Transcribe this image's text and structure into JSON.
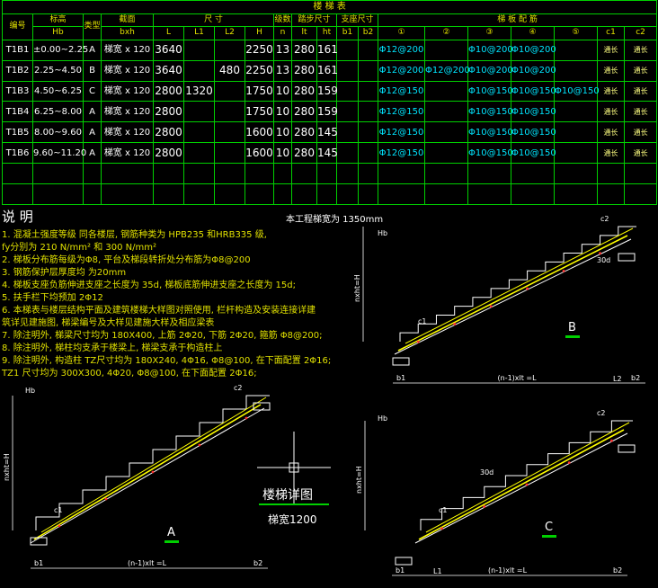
{
  "table": {
    "title": "楼 梯 表",
    "headers": {
      "no": "编号",
      "elev": "标高",
      "elev_sub": "Hb",
      "type": "类型",
      "section": "截面",
      "section_sub": "bxh",
      "size": "尺 寸",
      "size_cols": [
        "L",
        "L1",
        "L2",
        "H"
      ],
      "steps": "级数",
      "steps_sub": "n",
      "tread": "踏步尺寸",
      "tread_cols": [
        "lt",
        "ht"
      ],
      "support": "支座尺寸",
      "support_cols": [
        "b1",
        "b2"
      ],
      "rebar": "梯 板 配 筋",
      "rebar_cols": [
        "①",
        "②",
        "③",
        "④",
        "⑤",
        "c1",
        "c2"
      ]
    },
    "rows": [
      {
        "no": "T1B1",
        "elev": "±0.00~2.25",
        "type": "A",
        "section": "梯宽 x 120",
        "L": "3640",
        "L1": "",
        "L2": "",
        "H": "2250",
        "n": "13",
        "lt": "280",
        "ht": "161",
        "b1": "",
        "b2": "",
        "r1": "Φ12@200",
        "r2": "",
        "r3": "Φ10@200",
        "r4": "Φ10@200",
        "r5": "",
        "c1": "通长",
        "c2": "通长"
      },
      {
        "no": "T1B2",
        "elev": "2.25~4.50",
        "type": "B",
        "section": "梯宽 x 120",
        "L": "3640",
        "L1": "",
        "L2": "480",
        "H": "2250",
        "n": "13",
        "lt": "280",
        "ht": "161",
        "b1": "",
        "b2": "",
        "r1": "Φ12@200",
        "r2": "Φ12@200",
        "r3": "Φ10@200",
        "r4": "Φ10@200",
        "r5": "",
        "c1": "通长",
        "c2": "通长"
      },
      {
        "no": "T1B3",
        "elev": "4.50~6.25",
        "type": "C",
        "section": "梯宽 x 120",
        "L": "2800",
        "L1": "1320",
        "L2": "",
        "H": "1750",
        "n": "10",
        "lt": "280",
        "ht": "159",
        "b1": "",
        "b2": "",
        "r1": "Φ12@150",
        "r2": "",
        "r3": "Φ10@150",
        "r4": "Φ10@150",
        "r5": "Φ10@150",
        "c1": "通长",
        "c2": "通长"
      },
      {
        "no": "T1B4",
        "elev": "6.25~8.00",
        "type": "A",
        "section": "梯宽 x 120",
        "L": "2800",
        "L1": "",
        "L2": "",
        "H": "1750",
        "n": "10",
        "lt": "280",
        "ht": "159",
        "b1": "",
        "b2": "",
        "r1": "Φ12@150",
        "r2": "",
        "r3": "Φ10@150",
        "r4": "Φ10@150",
        "r5": "",
        "c1": "通长",
        "c2": "通长"
      },
      {
        "no": "T1B5",
        "elev": "8.00~9.60",
        "type": "A",
        "section": "梯宽 x 120",
        "L": "2800",
        "L1": "",
        "L2": "",
        "H": "1600",
        "n": "10",
        "lt": "280",
        "ht": "145",
        "b1": "",
        "b2": "",
        "r1": "Φ12@150",
        "r2": "",
        "r3": "Φ10@150",
        "r4": "Φ10@150",
        "r5": "",
        "c1": "通长",
        "c2": "通长"
      },
      {
        "no": "T1B6",
        "elev": "9.60~11.20",
        "type": "A",
        "section": "梯宽 x 120",
        "L": "2800",
        "L1": "",
        "L2": "",
        "H": "1600",
        "n": "10",
        "lt": "280",
        "ht": "145",
        "b1": "",
        "b2": "",
        "r1": "Φ12@150",
        "r2": "",
        "r3": "Φ10@150",
        "r4": "Φ10@150",
        "r5": "",
        "c1": "通长",
        "c2": "通长"
      }
    ],
    "empty_rows": 2
  },
  "notes": {
    "heading": "说 明",
    "lines": [
      "1. 混凝土强度等级 同各楼层, 钢筋种类为 HPB235 和HRB335 级,",
      "   fy分别为 210 N/mm² 和 300 N/mm²",
      "2. 梯板分布筋每级为Φ8, 平台及梯段转折处分布筋为Φ8@200",
      "3. 钢筋保护层厚度均 为20mm",
      "4. 梯板支座负筋伸进支座之长度为 35d, 梯板底筋伸进支座之长度为 15d;",
      "5. 扶手栏下均预加 2Φ12",
      "6. 本梯表与楼层结构平面及建筑楼梯大样图对照使用, 栏杆构造及安装连接详建",
      "   筑详见建施图, 梯梁编号及大样见建施大样及相应梁表",
      "7. 除注明外, 梯梁尺寸均为 180X400, 上筋 2Φ20, 下筋 2Φ20, 箍筋 Φ8@200;",
      "8. 除注明外, 梯柱均支承于楼梁上, 梯梁支承于构造柱上",
      "9. 除注明外, 构造柱 TZ尺寸均为 180X240, 4Φ16, Φ8@100, 在下面配置 2Φ16;",
      "              TZ1 尺寸均为 300X300, 4Φ20, Φ8@100, 在下面配置 2Φ16;"
    ],
    "width_note": "本工程梯宽为 1350mm"
  },
  "diagrams": {
    "title": "楼梯详图",
    "subtitle": "梯宽1200",
    "types": [
      "A",
      "B",
      "C"
    ],
    "labels": {
      "hb": "Hb",
      "height": "nxht=H",
      "length": "(n-1)xlt =L",
      "b1": "b1",
      "b2": "b2",
      "L1": "L1",
      "L2": "L2",
      "c1": "c1",
      "c2": "c2",
      "d30": "30d"
    }
  },
  "colors": {
    "background": "#000000",
    "grid": "#00d000",
    "text": "#ffffff",
    "annotation": "#e0e000",
    "rebar": "#00e5ff",
    "outline": "#ffffff",
    "reinforcement": "#ffff00",
    "marker": "#ff3030"
  }
}
